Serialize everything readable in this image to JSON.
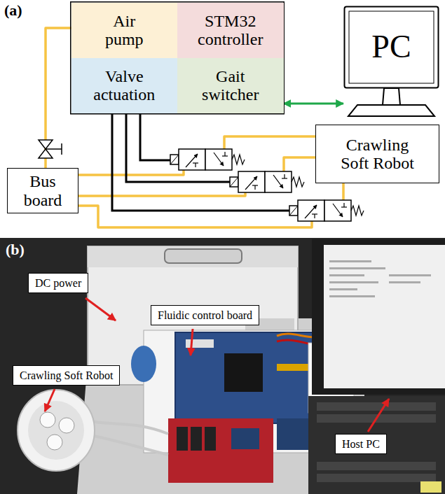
{
  "diagram": {
    "nodes": [
      {
        "text": [
          "Air pump"
        ]
      },
      {
        "text": [
          "STM32 controller"
        ]
      },
      {
        "text": [
          "PC"
        ]
      },
      {
        "text": [
          "Valve actuation"
        ]
      },
      {
        "text": [
          "Gait switcher"
        ]
      },
      {
        "text": [
          "Crawling Soft Robot"
        ]
      },
      {
        "text": [
          "Bus board"
        ]
      },
      {
        "text": [
          "DC power"
        ]
      },
      {
        "text": [
          "Fluidic control board"
        ]
      },
      {
        "text": [
          "Crawling Soft Robot"
        ]
      },
      {
        "text": [
          "Host PC"
        ]
      }
    ],
    "edges": [
      {
        "from": 0,
        "to": 6,
        "arrow": "none"
      },
      {
        "from": 4,
        "to": 2,
        "arrow": "both"
      },
      {
        "from": 6,
        "to": 5,
        "arrow": "none"
      },
      {
        "from": 6,
        "to": 5,
        "arrow": "none"
      },
      {
        "from": 6,
        "to": 5,
        "arrow": "none"
      }
    ],
    "labels": [
      "(a)",
      "(b)"
    ]
  }
}
